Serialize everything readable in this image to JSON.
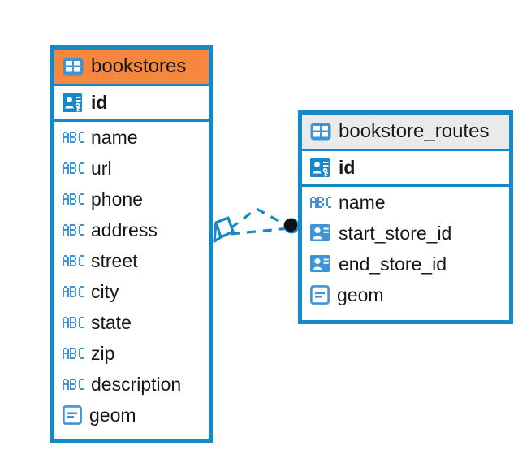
{
  "diagram": {
    "type": "entity-relationship-diagram",
    "colors": {
      "entity_border": "#1489CA",
      "header_highlight": "#F7863E",
      "header_default": "#EAEAEA",
      "icon_blue": "#3E94D4",
      "connector": "#1489CA",
      "connector_endpoint": "#111111",
      "text": "#161616",
      "background": "#FFFFFF"
    },
    "entities": [
      {
        "name": "bookstores",
        "header_icon": "table-icon",
        "header_style": "highlighted",
        "columns": [
          {
            "name": "id",
            "icon": "primary-key-icon",
            "key": "primary"
          },
          {
            "name": "name",
            "icon": "text-abc-icon",
            "key": "none"
          },
          {
            "name": "url",
            "icon": "text-abc-icon",
            "key": "none"
          },
          {
            "name": "phone",
            "icon": "text-abc-icon",
            "key": "none"
          },
          {
            "name": "address",
            "icon": "text-abc-icon",
            "key": "none"
          },
          {
            "name": "street",
            "icon": "text-abc-icon",
            "key": "none"
          },
          {
            "name": "city",
            "icon": "text-abc-icon",
            "key": "none"
          },
          {
            "name": "state",
            "icon": "text-abc-icon",
            "key": "none"
          },
          {
            "name": "zip",
            "icon": "text-abc-icon",
            "key": "none"
          },
          {
            "name": "description",
            "icon": "text-abc-icon",
            "key": "none"
          },
          {
            "name": "geom",
            "icon": "geometry-icon",
            "key": "none"
          }
        ]
      },
      {
        "name": "bookstore_routes",
        "header_icon": "table-icon",
        "header_style": "default",
        "columns": [
          {
            "name": "id",
            "icon": "primary-key-icon",
            "key": "primary"
          },
          {
            "name": "name",
            "icon": "text-abc-icon",
            "key": "none"
          },
          {
            "name": "start_store_id",
            "icon": "foreign-key-icon",
            "key": "foreign"
          },
          {
            "name": "end_store_id",
            "icon": "foreign-key-icon",
            "key": "foreign"
          },
          {
            "name": "geom",
            "icon": "geometry-icon",
            "key": "none"
          }
        ]
      }
    ],
    "relationship": {
      "from": "bookstores",
      "to": "bookstore_routes",
      "line_style": "dashed",
      "from_endpoint": "diamond",
      "to_endpoint": "filled-circle",
      "branches": 2
    }
  }
}
